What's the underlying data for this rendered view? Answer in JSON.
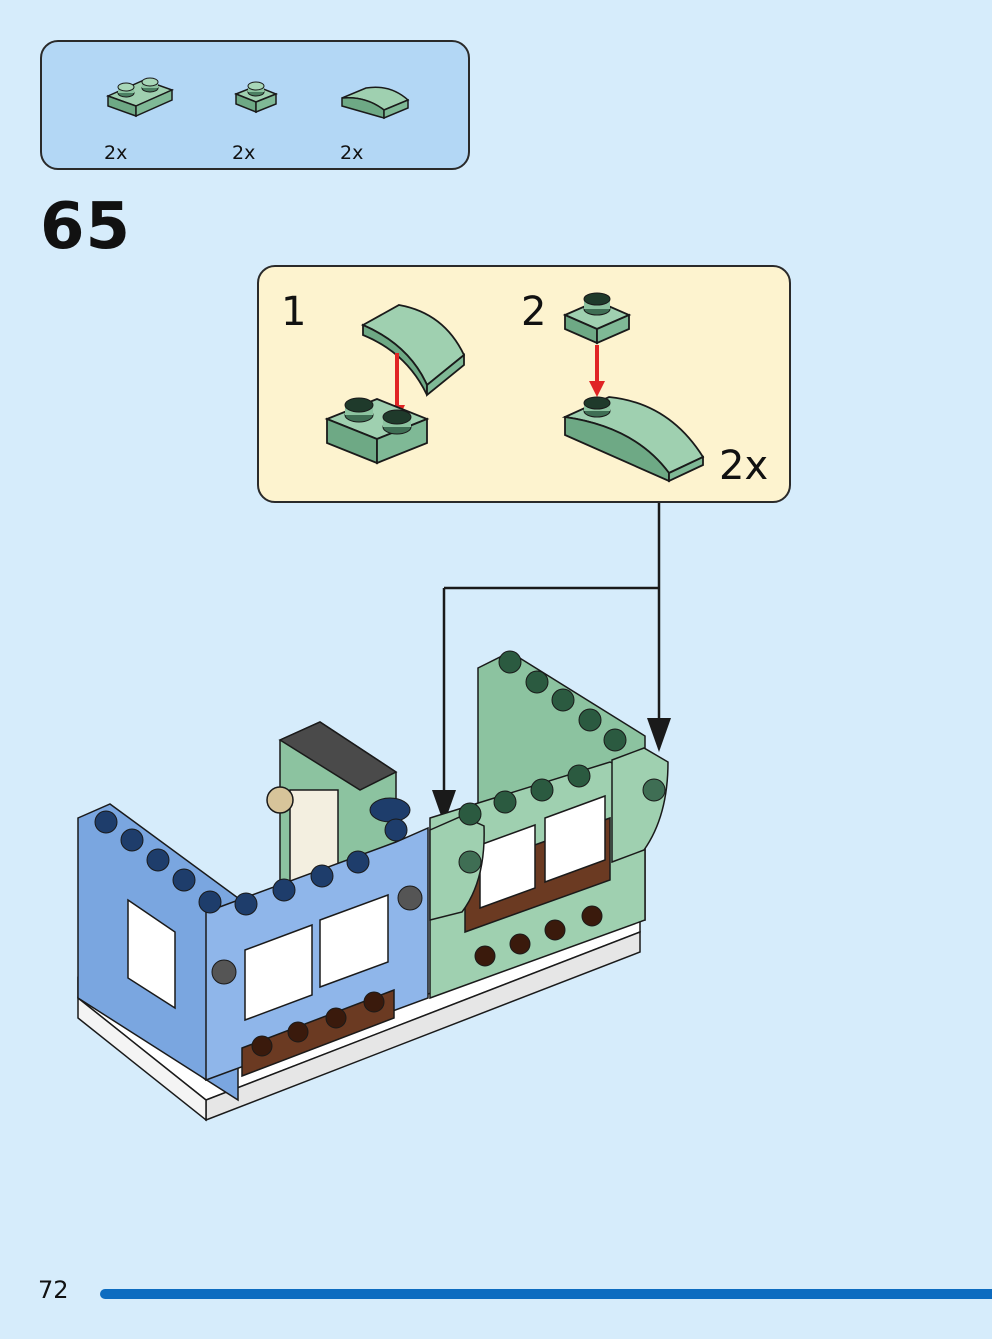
{
  "parts_list": {
    "items": [
      {
        "name": "sand-green-plate-1x2",
        "quantity": "2x",
        "color": "#8cc3a0"
      },
      {
        "name": "sand-green-plate-1x1",
        "quantity": "2x",
        "color": "#8cc3a0"
      },
      {
        "name": "sand-green-curved-slope-1x2",
        "quantity": "2x",
        "color": "#8cc3a0"
      }
    ]
  },
  "step": {
    "number": "65"
  },
  "sub_assembly": {
    "substeps": [
      {
        "label": "1"
      },
      {
        "label": "2"
      }
    ],
    "multiplier": "2x"
  },
  "colors": {
    "page_background": "#d6ecfb",
    "parts_box": "#b3d7f5",
    "subassembly_box": "#fdf3cf",
    "sand_green": "#8cc3a0",
    "blue_brick": "#7aa6e0",
    "arrow_red": "#e02424",
    "page_bar": "#0d6cc0"
  },
  "footer": {
    "page_number": "72"
  }
}
